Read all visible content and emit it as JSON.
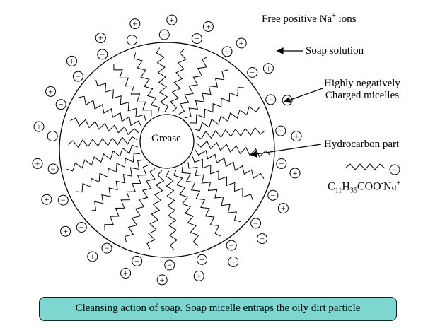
{
  "labels": {
    "free_ions_text": "Free positive Na",
    "free_ions_sup": "+",
    "free_ions_suffix": " ions",
    "soap_solution": "Soap solution",
    "micelle_line1": "Highly negatively",
    "micelle_line2": "Charged micelles",
    "hydrocarbon": "Hydrocarbon part",
    "grease": "Grease"
  },
  "formula": {
    "c": "C",
    "c_sub": "11",
    "h": "H",
    "h_sub": "35",
    "coo": "COO",
    "coo_sup": "-",
    "na": "Na",
    "na_sup": "+"
  },
  "caption": "Cleansing action of soap. Soap micelle entraps the oily dirt particle",
  "symbols": {
    "plus": "+",
    "minus": "−"
  },
  "colors": {
    "caption_bg": "#7ed6d0",
    "line": "#000000"
  }
}
